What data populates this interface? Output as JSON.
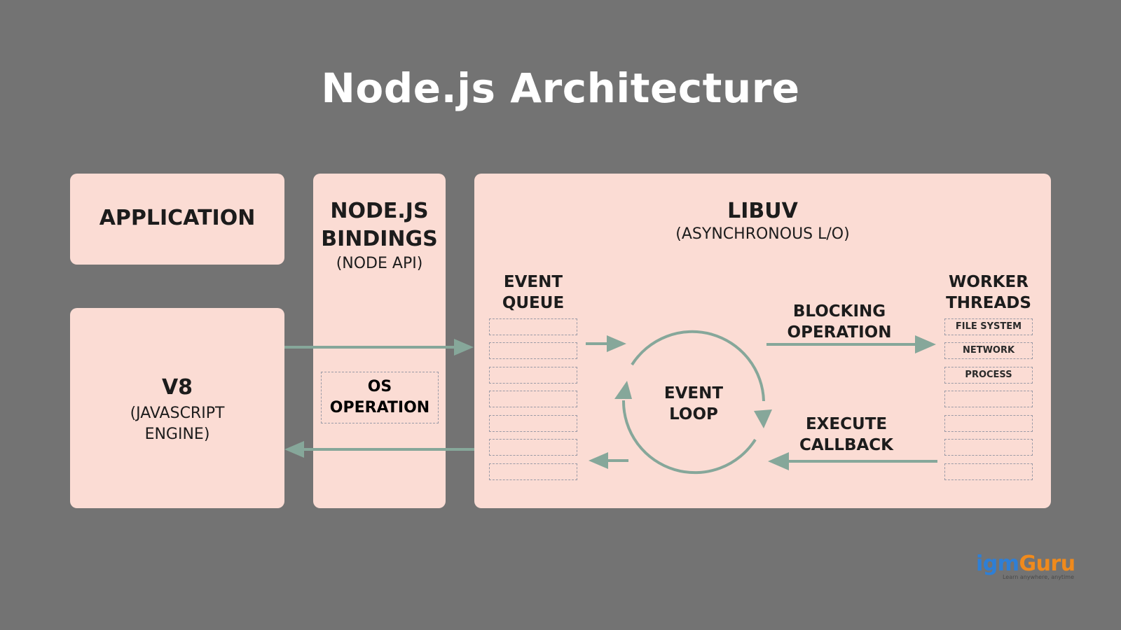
{
  "title": "Node.js Architecture",
  "application": {
    "label": "APPLICATION"
  },
  "v8": {
    "label": "V8",
    "sub_line1": "(JAVASCRIPT",
    "sub_line2": "ENGINE)"
  },
  "bindings": {
    "label_line1": "NODE.JS",
    "label_line2": "BINDINGS",
    "sub": "(NODE API)",
    "os_line1": "OS",
    "os_line2": "OPERATION"
  },
  "libuv": {
    "label": "LIBUV",
    "sub": "(ASYNCHRONOUS L/O)",
    "event_queue_line1": "EVENT",
    "event_queue_line2": "QUEUE",
    "event_loop_line1": "EVENT",
    "event_loop_line2": "LOOP",
    "blocking_line1": "BLOCKING",
    "blocking_line2": "OPERATION",
    "callback_line1": "EXECUTE",
    "callback_line2": "CALLBACK",
    "worker_line1": "WORKER",
    "worker_line2": "THREADS",
    "worker_slots": [
      "FILE SYSTEM",
      "NETWORK",
      "PROCESS",
      "",
      "",
      "",
      ""
    ]
  },
  "colors": {
    "background": "#737373",
    "box": "#fbdcd4",
    "arrow": "#86a79a",
    "dash": "#9a9aa6"
  },
  "logo": {
    "part1": "igm",
    "part2": "Guru",
    "tagline": "Learn anywhere, anytime"
  }
}
